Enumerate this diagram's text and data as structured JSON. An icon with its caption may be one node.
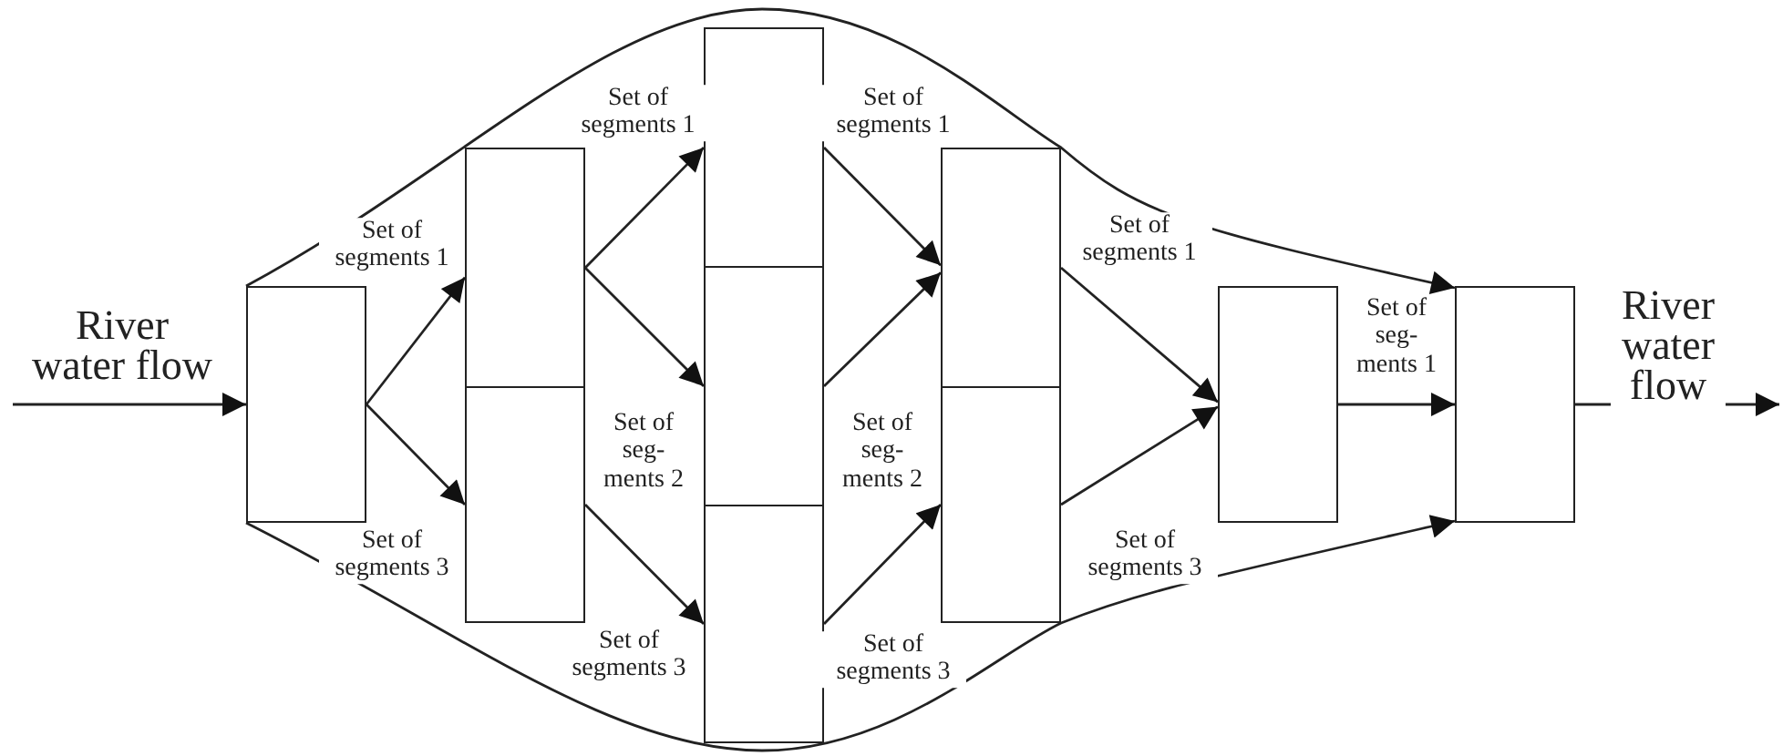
{
  "diagram": {
    "nodes": [
      {
        "text": [],
        "shape": "box"
      },
      {
        "text": [],
        "shape": "box"
      },
      {
        "text": [],
        "shape": "box"
      },
      {
        "text": [],
        "shape": "box"
      },
      {
        "text": [],
        "shape": "box"
      },
      {
        "text": [],
        "shape": "box"
      },
      {
        "text": [],
        "shape": "box"
      },
      {
        "text": [],
        "shape": "box"
      },
      {
        "text": [],
        "shape": "box"
      },
      {
        "text": [],
        "shape": "box"
      }
    ],
    "edges": [
      {
        "from": null,
        "to": 0,
        "arrow": "to",
        "label": "River water flow"
      },
      {
        "from": 0,
        "to": 1,
        "arrow": "to",
        "label": "Set of segments 1"
      },
      {
        "from": 0,
        "to": 2,
        "arrow": "to",
        "label": "Set of segments 3"
      },
      {
        "from": 1,
        "to": 3,
        "arrow": "to",
        "label": "Set of segments 1"
      },
      {
        "from": 1,
        "to": 4,
        "arrow": "to",
        "label": "Set of seg- ments 2"
      },
      {
        "from": 2,
        "to": 5,
        "arrow": "to",
        "label": "Set of segments 3"
      },
      {
        "from": 3,
        "to": 6,
        "arrow": "to",
        "label": "Set of segments 1"
      },
      {
        "from": 4,
        "to": 6,
        "arrow": "to",
        "label": "Set of seg- ments 2"
      },
      {
        "from": 5,
        "to": 7,
        "arrow": "to",
        "label": "Set of segments 3"
      },
      {
        "from": 6,
        "to": 8,
        "arrow": "to",
        "label": "Set of segments 1"
      },
      {
        "from": 7,
        "to": 8,
        "arrow": "to",
        "label": "Set of segments 3"
      },
      {
        "from": 8,
        "to": 9,
        "arrow": "to",
        "label": "Set of seg- ments 1"
      },
      {
        "from": 0,
        "to": 9,
        "arrow": "to"
      },
      {
        "from": 0,
        "to": 9,
        "arrow": "to"
      },
      {
        "from": 9,
        "to": null,
        "arrow": "to",
        "label": "River water flow"
      }
    ]
  }
}
